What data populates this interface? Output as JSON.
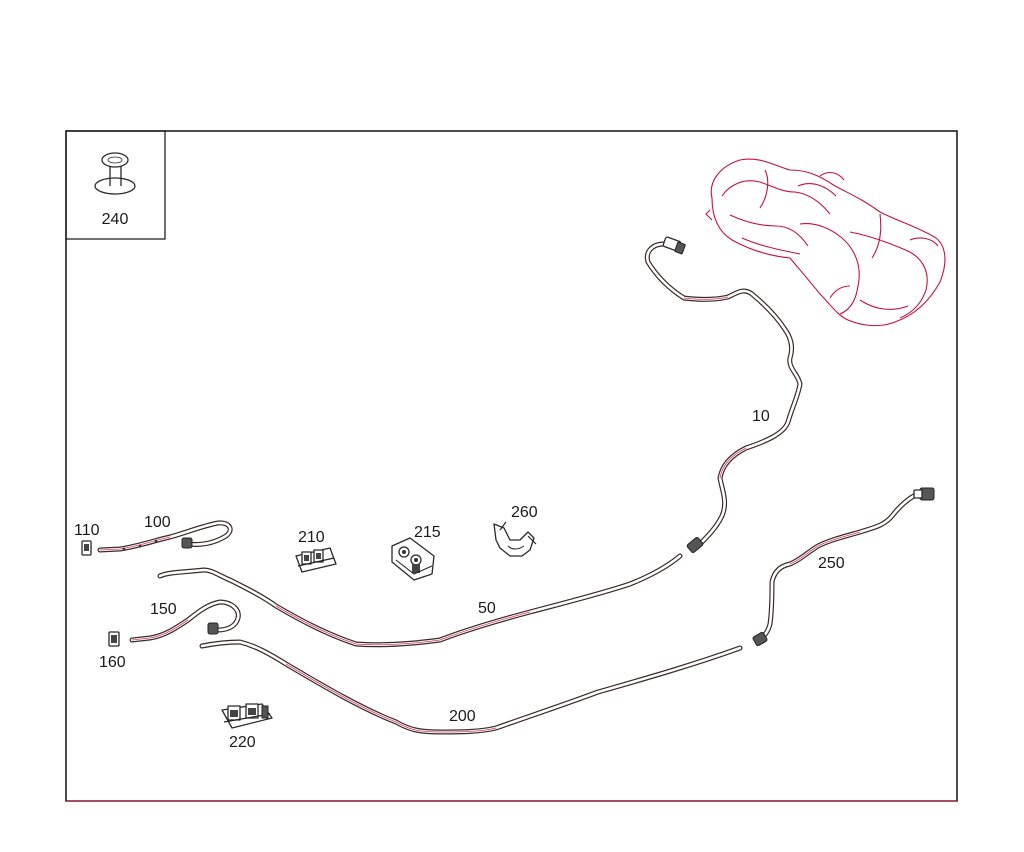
{
  "diagram": {
    "inset_label": "240",
    "labels": {
      "p10": "10",
      "p50": "50",
      "p100": "100",
      "p110": "110",
      "p150": "150",
      "p160": "160",
      "p200": "200",
      "p210": "210",
      "p215": "215",
      "p220": "220",
      "p250": "250",
      "p260": "260"
    },
    "colors": {
      "line": "#2a2a2a",
      "accent": "#c8103e",
      "background": "#ffffff"
    }
  }
}
